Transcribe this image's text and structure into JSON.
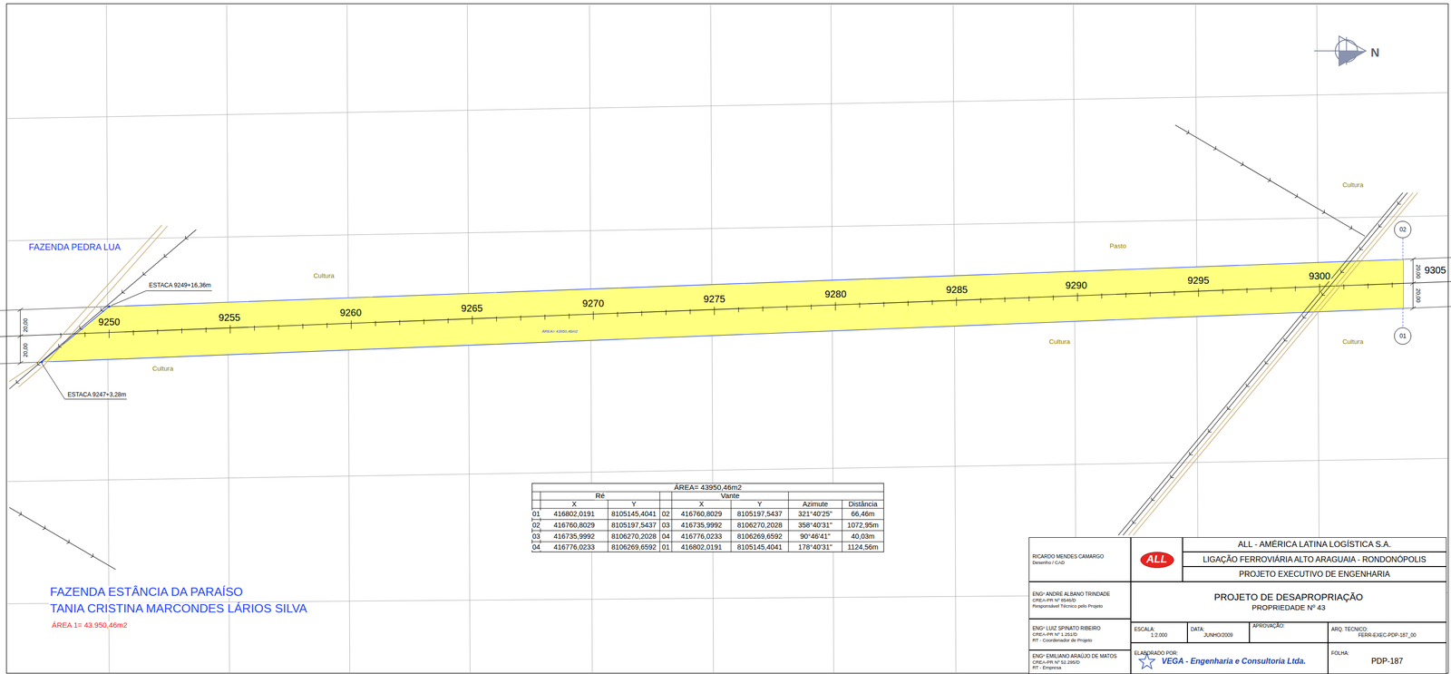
{
  "diagram": {
    "nodes": [
      {
        "text": [
          "ÁREA= 43950,46m2"
        ]
      },
      {
        "text": [
          "02"
        ]
      },
      {
        "text": [
          "01"
        ]
      },
      {
        "text": [
          "RICARDO MENDES CAMARGO",
          "Desenho / CAD"
        ]
      },
      {
        "text": [
          "ENGº ANDRÉ ALBANO TRINDADE",
          "CREA-PR Nº 8546/D",
          "Responsável Técnico pelo Projeto"
        ]
      },
      {
        "text": [
          "ENGº LUIZ SPINATO RIBEIRO",
          "CREA-PR Nº 1.251/D",
          "RT - Coordenador de Projeto"
        ]
      },
      {
        "text": [
          "ENGº EMILIANO ARAÚJO DE MATOS",
          "CREA-PR Nº 52.295/D",
          "RT - Empresa"
        ]
      },
      {
        "text": [
          "ALL"
        ]
      },
      {
        "text": [
          "ALL - AMÉRICA LATINA LOGÍSTICA S.A."
        ]
      },
      {
        "text": [
          "LIGAÇÃO FERROVIÁRIA ALTO ARAGUAIA - RONDONÓPOLIS"
        ]
      },
      {
        "text": [
          "PROJETO EXECUTIVO DE ENGENHARIA"
        ]
      },
      {
        "text": [
          "PROJETO DE DESAPROPRIAÇÃO",
          "PROPRIEDADE Nº 43"
        ]
      },
      {
        "text": [
          "ESCALA:",
          "1:2.000"
        ]
      },
      {
        "text": [
          "DATA:",
          "JUNHO/2009"
        ]
      },
      {
        "text": [
          "APROVAÇÃO:"
        ]
      },
      {
        "text": [
          "ARQ. TÉCNICO:",
          "FERR-EXEC-PDP-187_00"
        ]
      },
      {
        "text": [
          "ELABORADO POR:",
          "VEGA - Engenharia e Consultoria Ltda."
        ]
      },
      {
        "text": [
          "FOLHA:",
          "PDP-187"
        ]
      }
    ],
    "labels": [
      "N",
      "FAZENDA PEDRA LUA",
      "ESTACA 9249+16,36m",
      "ESTACA 9247+3,28m",
      "9250",
      "9255",
      "9260",
      "9265",
      "9270",
      "9275",
      "9280",
      "9285",
      "9290",
      "9295",
      "9300",
      "9305",
      "Cultura",
      "Cultura",
      "Pasto",
      "Cultura",
      "Cultura",
      "Cultura",
      "20,00",
      "20,00",
      "20,00",
      "20,00",
      "ÁREA= 43950,46m2",
      "Ré",
      "Vante",
      "X",
      "Y",
      "X",
      "Y",
      "Azimute",
      "Distância",
      "01",
      "416802,0191",
      "8105145,4041",
      "02",
      "416760,8029",
      "8105197,5437",
      "321°40'25\"",
      "66,46m",
      "02",
      "416760,8029",
      "8105197,5437",
      "03",
      "416735,9992",
      "8106270,2028",
      "358°40'31\"",
      "1072,95m",
      "03",
      "416735,9992",
      "8106270,2028",
      "04",
      "416776,0233",
      "8106269,6592",
      "90°46'41\"",
      "40,03m",
      "04",
      "416776,0233",
      "8106269,6592",
      "01",
      "416802,0191",
      "8105145,4041",
      "178°40'31\"",
      "1124,56m",
      "FAZENDA ESTÂNCIA DA PARAÍSO",
      "TANIA CRISTINA MARCONDES LÁRIOS SILVA",
      "ÁREA 1= 43.950,46m2"
    ]
  }
}
